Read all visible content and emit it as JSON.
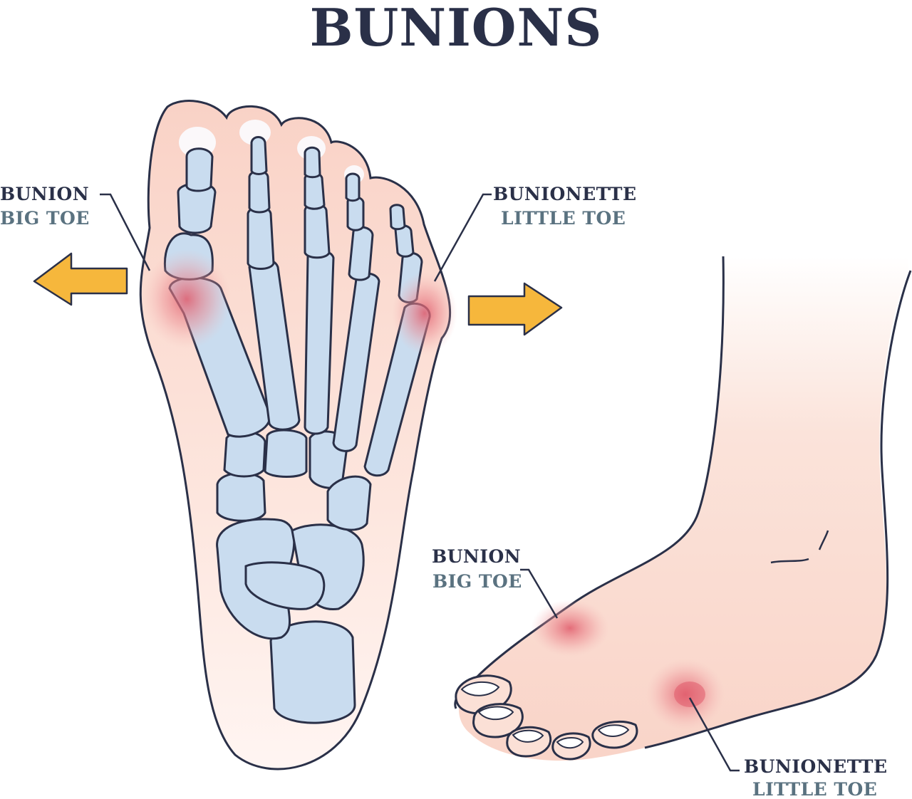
{
  "title": "BUNIONS",
  "skeleton_view": {
    "bunion_label": {
      "line1": "BUNION",
      "line2": "BIG TOE"
    },
    "bunionette_label": {
      "line1": "BUNIONETTE",
      "line2": "LITTLE TOE"
    }
  },
  "side_view": {
    "bunion_label": {
      "line1": "BUNION",
      "line2": "BIG TOE"
    },
    "bunionette_label": {
      "line1": "BUNIONETTE",
      "line2": "LITTLE TOE"
    }
  },
  "colors": {
    "outline": "#2a3048",
    "label_dark": "#2a3048",
    "label_slate": "#5a7280",
    "skin": "#f9d4c8",
    "bone": "#c9dcef",
    "inflammation": "#e05a6a",
    "arrow": "#f6b73c"
  }
}
